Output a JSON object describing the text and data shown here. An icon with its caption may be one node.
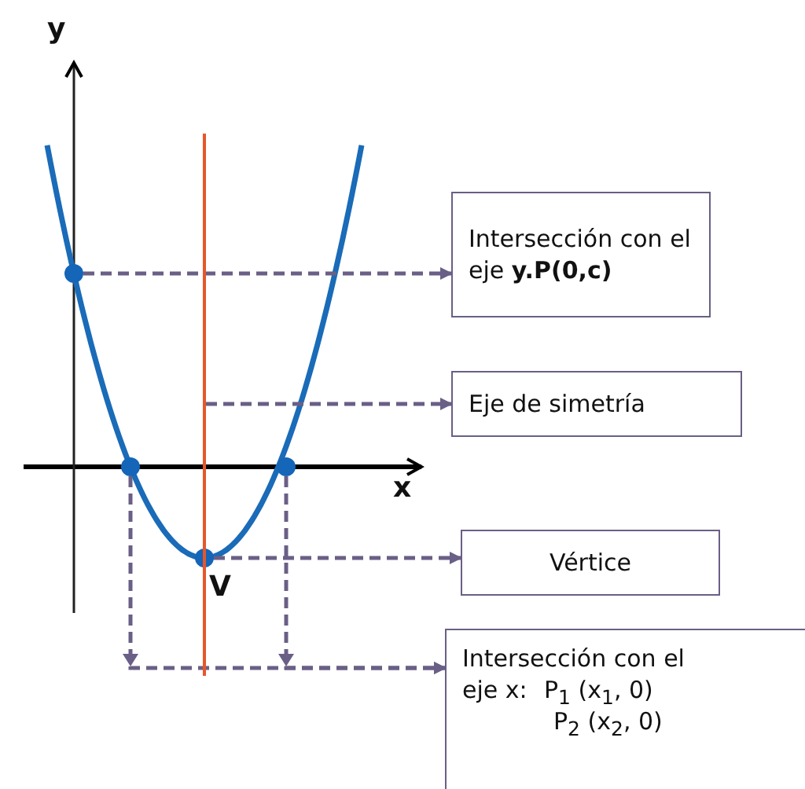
{
  "diagram": {
    "nodes": [
      {
        "text": [],
        "shape": "circle"
      },
      {
        "text": [],
        "shape": "circle"
      },
      {
        "text": [],
        "shape": "circle"
      },
      {
        "text": [],
        "shape": "circle",
        "beside": [
          "V"
        ]
      },
      {
        "text": [],
        "shape": "bar"
      },
      {
        "text": [
          "Intersección con el eje **y.P(0,c)**"
        ]
      },
      {
        "text": [
          "Eje de simetría"
        ]
      },
      {
        "text": [
          "Vértice"
        ]
      },
      {
        "text": [
          "Intersección con el eje x:",
          "P$_{1}$ (x$_{1}$, 0)",
          "P$_{2}$ (x$_{2}$, 0)"
        ]
      }
    ],
    "edges": [
      {
        "from": 0,
        "to": 5,
        "arrow": "to",
        "style": "dashed"
      },
      {
        "from": 4,
        "to": 6,
        "arrow": "to",
        "style": "dashed"
      },
      {
        "from": 3,
        "to": 7,
        "arrow": "to",
        "style": "dashed"
      },
      {
        "from": 1,
        "to": 8,
        "arrow": "to",
        "style": "dashed"
      },
      {
        "from": 2,
        "to": 8,
        "arrow": "to",
        "style": "dashed"
      }
    ],
    "labels": [
      "y",
      "x"
    ]
  }
}
